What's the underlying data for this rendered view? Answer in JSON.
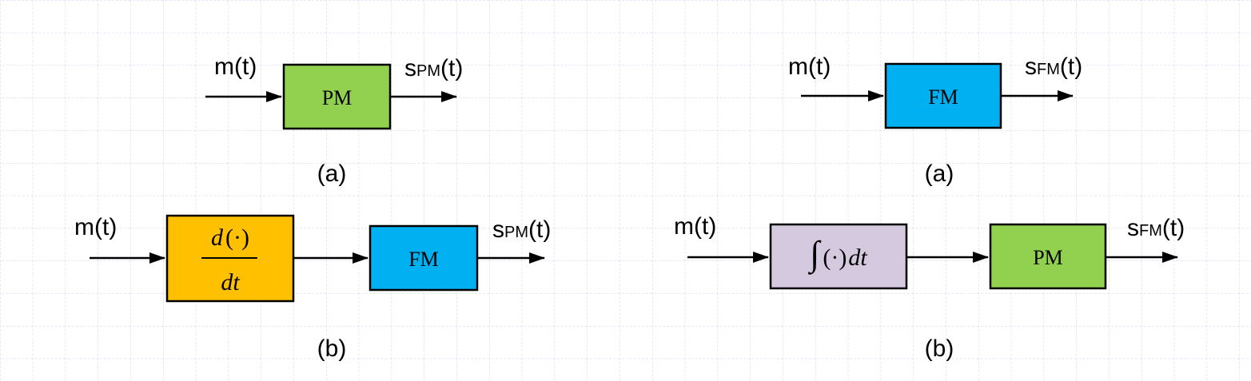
{
  "colors": {
    "grid": "#c9d2e8",
    "pm_block": "#92d050",
    "fm_block": "#00b0f0",
    "diff_block": "#ffc000",
    "int_block": "#d4c9df",
    "stroke": "#000000"
  },
  "left": {
    "a": {
      "input": "m(t)",
      "block": "PM",
      "output": {
        "main": "s",
        "sub": "PM",
        "tail": "(t)"
      },
      "caption": "(a)"
    },
    "b": {
      "input": "m(t)",
      "diff_block": {
        "num": "d",
        "num_arg": "(·)",
        "den": "dt"
      },
      "block": "FM",
      "output": {
        "main": "s",
        "sub": "PM",
        "tail": "(t)"
      },
      "caption": "(b)"
    }
  },
  "right": {
    "a": {
      "input": "m(t)",
      "block": "FM",
      "output": {
        "main": "s",
        "sub": "FM",
        "tail": "(t)"
      },
      "caption": "(a)"
    },
    "b": {
      "input": "m(t)",
      "int_block": {
        "integral": "∫",
        "arg": "(·)",
        "dt": "dt"
      },
      "block": "PM",
      "output": {
        "main": "s",
        "sub": "FM",
        "tail": "(t)"
      },
      "caption": "(b)"
    }
  }
}
